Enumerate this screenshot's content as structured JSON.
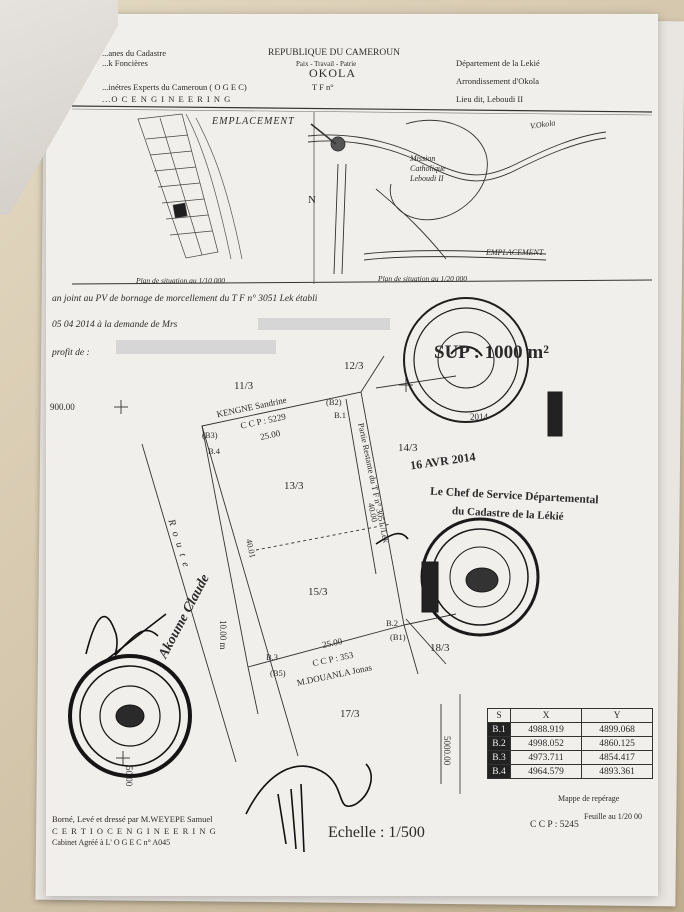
{
  "header": {
    "left_line1": "...anes du Cadastre",
    "left_line2": "...k Foncières",
    "left_line3": "...inétres Experts du Cameroun ( O G E C)",
    "left_line4": "...O C E N G I N E E R I N G",
    "center_line1": "REPUBLIQUE DU CAMEROUN",
    "center_line2": "Paix - Travail - Patrie",
    "center_line3": "OKOLA",
    "center_line4": "T F n°",
    "right_line1": "Département de la Lekié",
    "right_line2": "Arrondissement d'Okola",
    "right_line3": "Lieu dit, Leboudi II"
  },
  "situation": {
    "emplacement_top": "EMPLACEMENT",
    "road_label": "V.Okola",
    "mission_line1": "Mission",
    "mission_line2": "Catholique",
    "mission_line3": "Leboudi II",
    "north": "N",
    "emplacement_bottom": "EMPLACEMENT",
    "scale_left": "Plan de situation au 1/10 000",
    "scale_right": "Plan de situation au 1/20 000"
  },
  "annex": {
    "line1": "an joint au PV de bornage de morcellement du T F n° 3051 Lek établi",
    "line2_date": "05 04 2014 à la demande de Mrs",
    "line3": "profit de :"
  },
  "plan": {
    "coord_left": "900.00",
    "lot_11": "11/3",
    "lot_12": "12/3",
    "lot_13": "13/3",
    "lot_14": "14/3",
    "lot_15": "15/3",
    "lot_17": "17/3",
    "lot_18": "18/3",
    "owner_top": "KENGNE Sandrine",
    "ccp_top": "C C P : 5229",
    "dim_top": "25.00",
    "b3_top": "(B3)",
    "b4_top": "B.4",
    "b2_top": "(B2)",
    "b1_top": "B.1",
    "route_label": "R o u t e",
    "width_label": "10.00 m",
    "dim_left": "40.01",
    "dim_right": "40.00",
    "partie_restante": "Partie Restante du T F n° 3051 /Lek",
    "dim_bottom": "25.00",
    "ccp_bottom": "C C P : 353",
    "owner_bottom": "M.DOUANLA Jonas",
    "b3_bottom": "B.3",
    "b5_bottom": "(B5)",
    "b2_bottom": "B.2",
    "b1_bottom": "(B1)",
    "coord_bottom_right": "5000.00",
    "coord_bottom_left": "50.00"
  },
  "stamps": {
    "surface": "SUP : 1000 m²",
    "year": "2014",
    "date_stamp": "16 AVR 2014",
    "chef_line1": "Le Chef de Service Départemental",
    "chef_line2": "du Cadastre de la Lékié",
    "signature_name": "Akoume Claude"
  },
  "coordinates_table": {
    "headers": [
      "S",
      "X",
      "Y"
    ],
    "rows": [
      {
        "s": "B.1",
        "x": "4988.919",
        "y": "4899.068"
      },
      {
        "s": "B.2",
        "x": "4998.052",
        "y": "4860.125"
      },
      {
        "s": "B.3",
        "x": "4973.711",
        "y": "4854.417"
      },
      {
        "s": "B.4",
        "x": "4964.579",
        "y": "4893.361"
      }
    ]
  },
  "footer": {
    "mappe": "Mappe de repérage",
    "feuille": "Feuille au 1/20 00",
    "ccp": "C C P : 5245",
    "borne_line1": "Borné, Levé et dressé par  M.WEYEPE Samuel",
    "borne_line2": "C E R T I O C E N G I N E E R I N G",
    "borne_line3": "Cabinet Agréé à L' O G E C n° A045",
    "echelle": "Echelle : 1/500"
  },
  "colors": {
    "paper": "#f1efec",
    "ink": "#2b2b2b",
    "stamp": "#1e1e1e"
  }
}
